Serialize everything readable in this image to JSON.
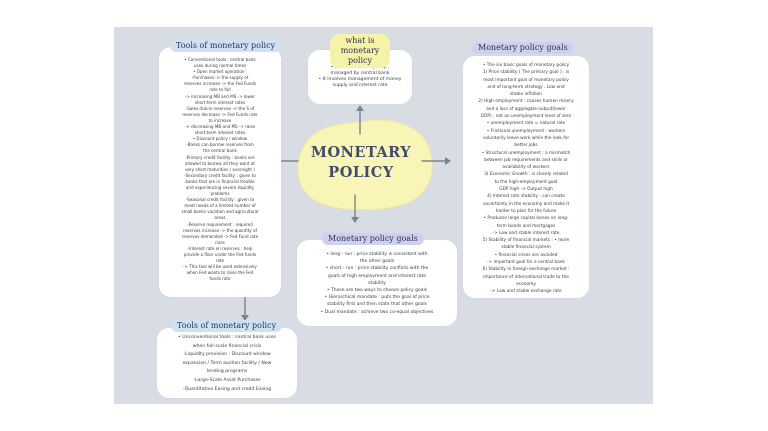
{
  "center": {
    "line1": "MONETARY",
    "line2": "POLICY"
  },
  "what_is": {
    "title_line1": "what is",
    "title_line2": "monetary policy",
    "lines": [
      "• macroeconomic policy ,",
      "managed by central bank",
      "• It involves management of money",
      "supply and interest rate"
    ]
  },
  "tools": {
    "title": "Tools of monetary policy",
    "lines": [
      "• Conventional tools : central bank",
      "uses during normal times",
      "• Open market operation :",
      "-Purchases -> the supply of",
      "reserves increase -> the Fed Funds",
      "rate to fall",
      "-> increasing MB and MS -> lower",
      "short-term interest rates",
      "-Sales drains reserves -> the S of",
      "reserves decrease -> Fed Funds rate",
      "to increase",
      "-> decreasing MB and MS -> raise",
      "short-term interest rates",
      "• Discount policy / window",
      "-Banks can borrow reserves from",
      "the central bank",
      "-Primary credit facility : banks are",
      "allowed to borrow all they want at",
      "very short maturities ( overnight )",
      "-Secondary credit facility : given to",
      "banks that are in financial trouble",
      "and experiencing severe liquidity",
      "problems",
      "-Seasonal credit facility : given to",
      "meet needs of a limited number of",
      "small banks vacation and agricultural",
      "areas",
      "-Reserve requirement : required",
      "reserves increase -> the quantity of",
      "reserves demanded -> Fed Fund rate",
      "rises",
      "-Interest rate on reserves : help",
      "provide a floor under the Fed funds",
      "rate",
      "-> This tool will be used extensively",
      "when Fed wants to raise the Fed",
      "funds rate"
    ]
  },
  "unconventional": {
    "title": "Tools of monetary policy",
    "lines": [
      "• Unconventional tools : central bank uses",
      "when full-scale financial crisis",
      "-Liquidity provision : Discount window",
      "expansion / Term auction facility / New",
      "lending programs",
      "-Large-Scale Asset Purchases",
      "-Quantitative Easing and credit Easing"
    ]
  },
  "goals_bottom": {
    "title": "Monetary policy goals",
    "lines": [
      "• long - run : price stability is consistent with",
      "the other goals",
      "• short - run : price stability conflicts with the",
      "goals of high employment and interest rate",
      "stability",
      "• These are two ways to choose policy goals",
      "• Hierarchical mandate : puts the goal of price",
      "stability first and then state that other goals",
      "• Dual mandate : achieve two co-equal objectives"
    ]
  },
  "goals_right": {
    "title": "Monetary policy goals",
    "lines": [
      "• The six basic goals of monetary policy",
      "1) Price stability ( The primary goal ) : is",
      "most important goal of monetary policy",
      "and of long-term strategy . Low and",
      "stable inflation",
      "2) High employment : causes human misery",
      "and a loss of aggregate output(lower",
      "GDP) , not an unemployment level of zero",
      "• unemployment rate = natural rate",
      "• Frictional unemployment : workers",
      "voluntarily leave work while the look for",
      "better jobs",
      "• Structural unemployment : a mismatch",
      "between job requirements and skills or",
      "availability of workers",
      "3) Economic Growth : is closely related",
      "to the high-employment goal",
      "GDP high -> Output high",
      "4) Interest rate stability : can create",
      "uncertainty in the economy and make it",
      "harder to plan for the future",
      "• Produces large capital losses on long-",
      "term bonds and mortgages",
      "-> Low and stable interest rate",
      "5) Stability of financial markets : • more",
      "stable financial system",
      "• financial crises are avoided",
      "-> important goal for a central bank",
      "6) Stability in foreign exchange market :",
      "importance of international trade to the",
      "economy",
      "-> Low and stable exchange rate"
    ]
  }
}
